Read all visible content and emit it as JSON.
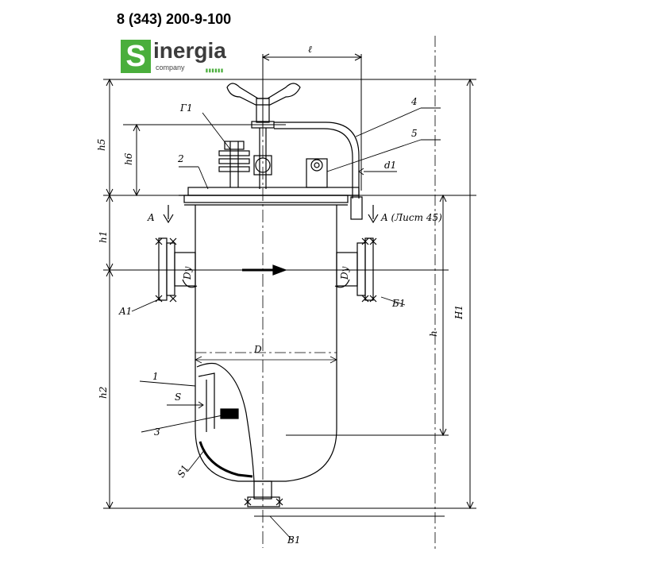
{
  "header": {
    "phone": "8 (343) 200-9-100"
  },
  "logo": {
    "letter": "S",
    "word": "inergia",
    "subtitle": "company",
    "accent_color": "#4aae3c"
  },
  "drawing": {
    "labels": {
      "l": "ℓ",
      "callout_4": "4",
      "callout_5": "5",
      "g1": "Г1",
      "callout_2": "2",
      "h5": "h5",
      "h6": "h6",
      "d1": "d1",
      "section_a_left": "A",
      "section_a_right": "A (Лист 45)",
      "h1": "h1",
      "dy_left": "Dy",
      "dy_right": "Dy",
      "a1": "A1",
      "b1": "Б1",
      "h": "h",
      "H1": "H1",
      "D": "D",
      "h2": "h2",
      "callout_1": "1",
      "s": "S",
      "callout_3": "3",
      "s1": "S1",
      "v1": "B1"
    }
  }
}
